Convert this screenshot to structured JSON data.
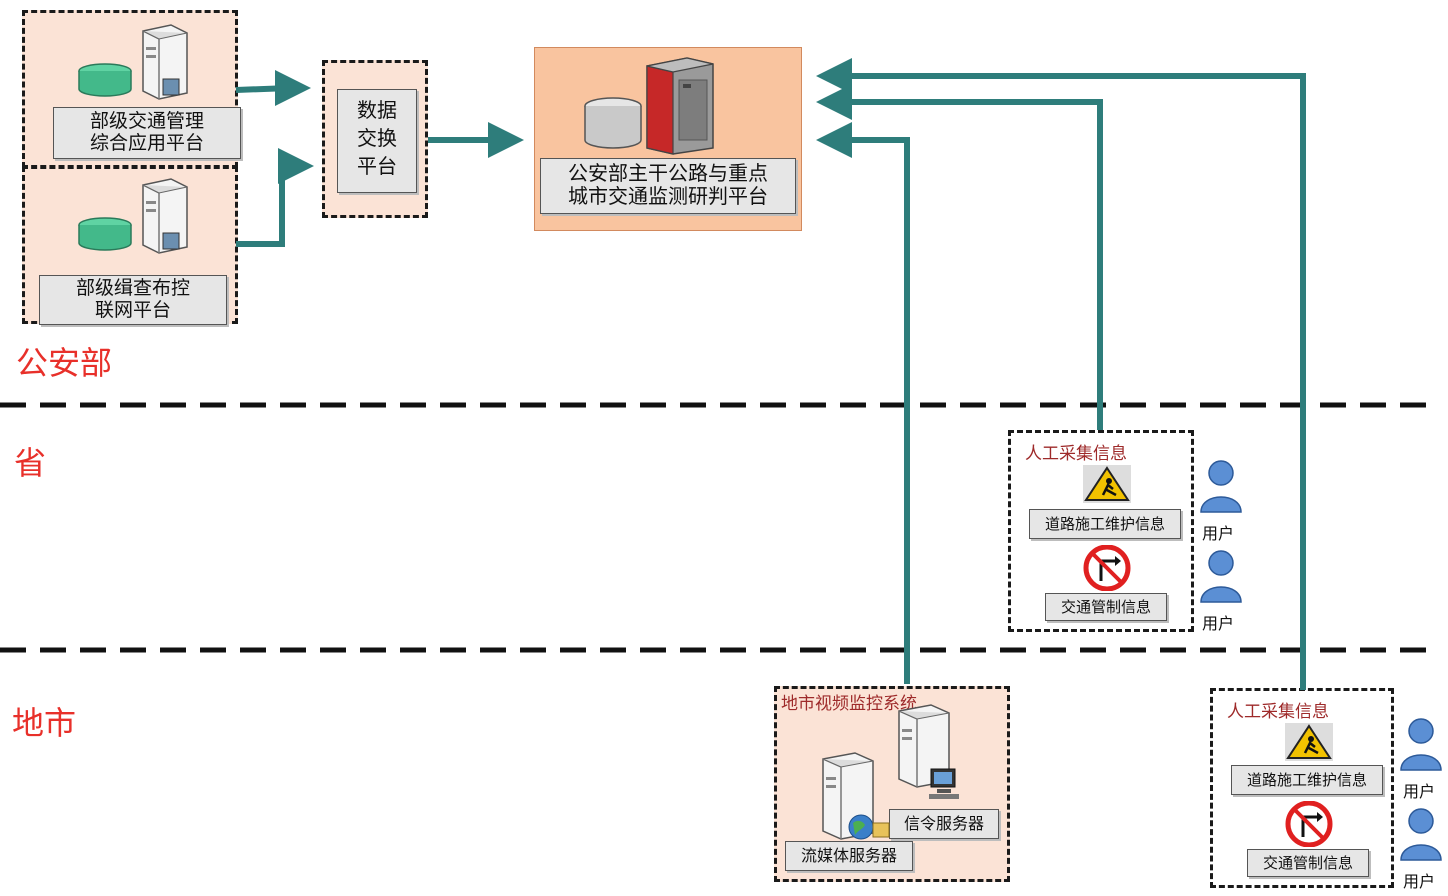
{
  "tiers": {
    "ministry": "公安部",
    "province": "省",
    "city": "地市"
  },
  "ministry": {
    "traffic_platform_line1": "部级交通管理",
    "traffic_platform_line2": "综合应用平台",
    "checkpoint_platform_line1": "部级缉查布控",
    "checkpoint_platform_line2": "联网平台",
    "exchange_line1": "数据",
    "exchange_line2": "交换",
    "exchange_line3": "平台",
    "main_platform_line1": "公安部主干公路与重点",
    "main_platform_line2": "城市交通监测研判平台"
  },
  "province_box": {
    "title": "人工采集信息",
    "road_work": "道路施工维护信息",
    "traffic_control": "交通管制信息",
    "user1": "用户",
    "user2": "用户"
  },
  "city_video": {
    "title": "地市视频监控系统",
    "signal_server": "信令服务器",
    "stream_server": "流媒体服务器"
  },
  "city_box": {
    "title": "人工采集信息",
    "road_work": "道路施工维护信息",
    "traffic_control": "交通管制信息",
    "user1": "用户",
    "user2": "用户"
  },
  "colors": {
    "arrow": "#2e7d7b",
    "tier_label": "#e8302a",
    "peach_fill": "#fbe3d6",
    "main_fill": "#f9c49f"
  },
  "icons": [
    "database-icon",
    "server-icon",
    "storage-cabinet-icon",
    "warning-sign-icon",
    "no-turn-sign-icon",
    "user-icon",
    "globe-icon",
    "computer-icon"
  ]
}
